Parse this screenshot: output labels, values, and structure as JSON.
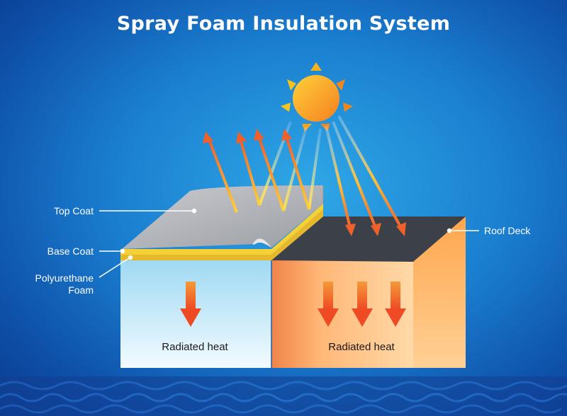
{
  "title": "Spray Foam Insulation System",
  "labels": {
    "top_coat": "Top Coat",
    "base_coat": "Base Coat",
    "foam_line1": "Polyurethane",
    "foam_line2": "Foam",
    "roof_deck": "Roof Deck",
    "heat_left": "Radiated heat",
    "heat_right": "Radiated heat"
  },
  "colors": {
    "sun": "#f7a21b",
    "arrow": "#f0602a",
    "top_coat": "#a7aab0",
    "base_coat": "#f4d237",
    "roof_deck": "#3c4149",
    "insulated_side": "#dff2fb",
    "hot_side": "#ffc27a"
  }
}
